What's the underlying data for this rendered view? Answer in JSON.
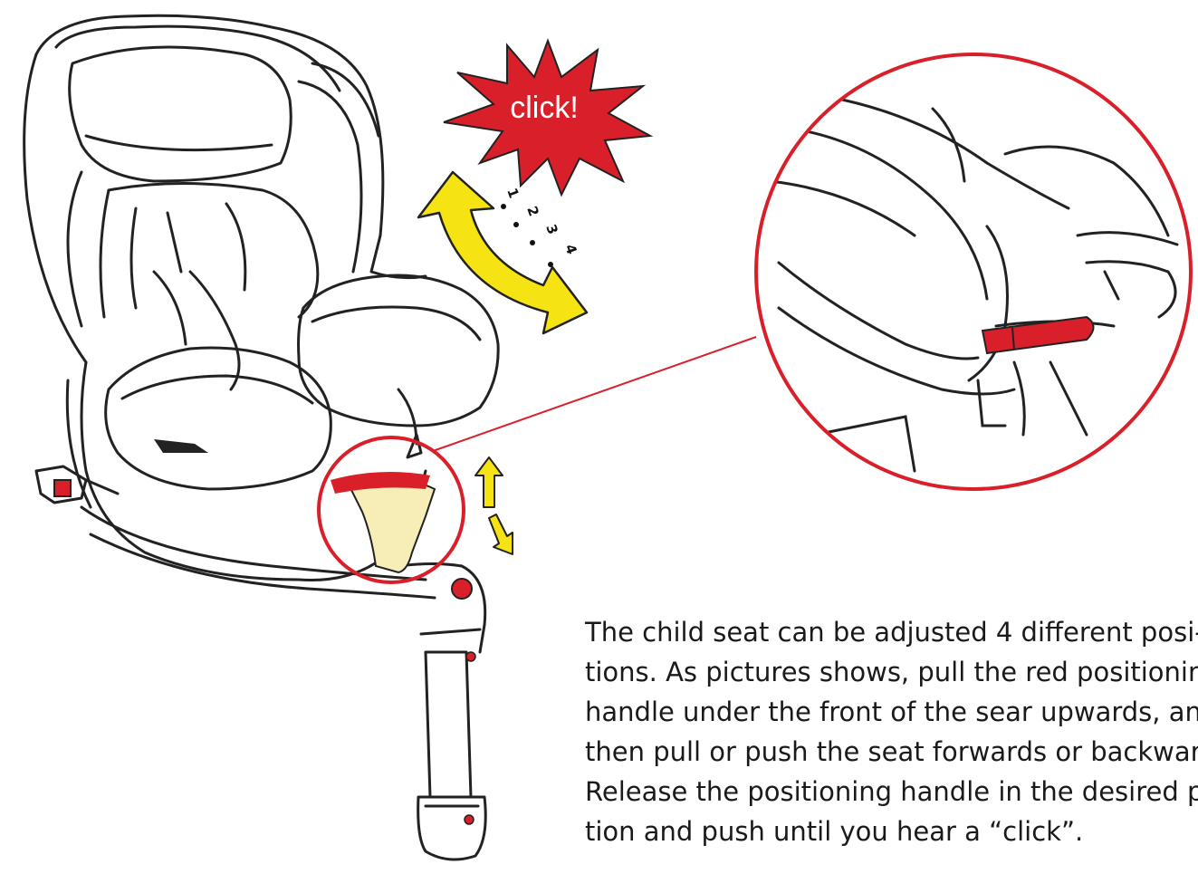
{
  "burst": {
    "text": "click!"
  },
  "positions": [
    "1",
    "2",
    "3",
    "4"
  ],
  "instructions": {
    "lines": [
      "The child seat can be adjusted 4 different posi-",
      "tions. As pictures shows, pull the red positioning",
      "handle under the front of the sear upwards, and",
      "then pull or push the seat forwards or backwards.",
      "Release the positioning handle in the desired posi-",
      "tion and push until you hear a “click”."
    ]
  },
  "colors": {
    "highlight_red": "#d9202a",
    "arrow_yellow": "#f5e314",
    "handle_cream": "#f7edb6",
    "line": "#222222"
  }
}
